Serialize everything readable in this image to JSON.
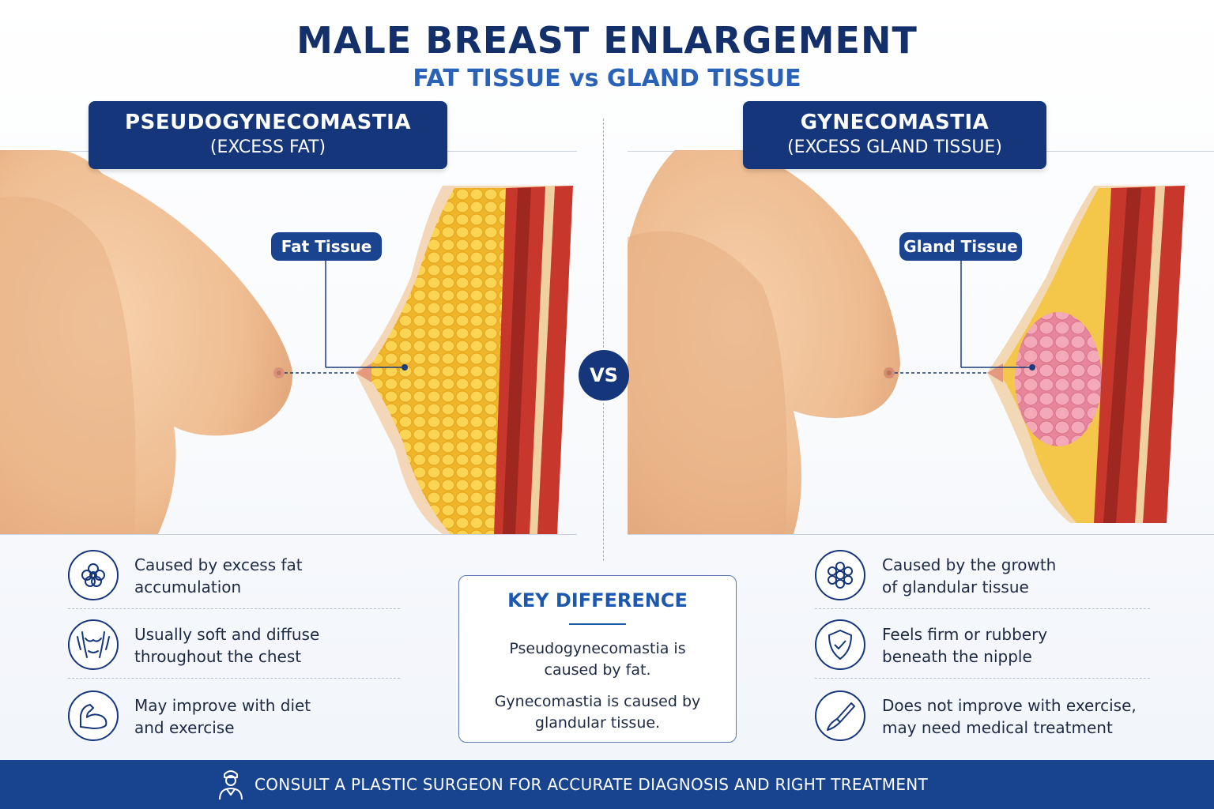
{
  "header": {
    "title": "MALE BREAST ENLARGEMENT",
    "subtitle": "FAT TISSUE vs GLAND TISSUE"
  },
  "left_panel": {
    "title": "PSEUDOGYNECOMASTIA",
    "subtitle": "(EXCESS FAT)",
    "tissue_label": "Fat Tissue",
    "features": [
      {
        "icon": "fat-cells-icon",
        "line1": "Caused by excess fat",
        "line2": "accumulation"
      },
      {
        "icon": "torso-icon",
        "line1": "Usually soft and diffuse",
        "line2": "throughout the chest"
      },
      {
        "icon": "flexed-arm-icon",
        "line1": "May improve with diet",
        "line2": "and exercise"
      }
    ]
  },
  "right_panel": {
    "title": "GYNECOMASTIA",
    "subtitle": "(EXCESS GLAND TISSUE)",
    "tissue_label": "Gland Tissue",
    "features": [
      {
        "icon": "gland-cluster-icon",
        "line1": "Caused by the growth",
        "line2": "of glandular tissue"
      },
      {
        "icon": "shield-check-icon",
        "line1": "Feels firm or rubbery",
        "line2": "beneath the nipple"
      },
      {
        "icon": "scalpel-icon",
        "line1": "Does not improve with exercise,",
        "line2": "may need medical treatment"
      }
    ]
  },
  "vs_label": "VS",
  "key_difference": {
    "title": "KEY DIFFERENCE",
    "text1_line1": "Pseudogynecomastia is",
    "text1_line2": "caused by fat.",
    "text2_line1": "Gynecomastia is caused by",
    "text2_line2": "glandular tissue."
  },
  "footer": {
    "icon": "surgeon-icon",
    "text": "CONSULT A PLASTIC SURGEON FOR ACCURATE DIAGNOSIS AND RIGHT TREATMENT"
  },
  "colors": {
    "navy": "#15367a",
    "accent_blue": "#2a62b8",
    "skin": "#f2c49b",
    "fat_yellow": "#f6c63a",
    "gland_pink": "#ec8fa3",
    "muscle_red": "#c8372b"
  }
}
